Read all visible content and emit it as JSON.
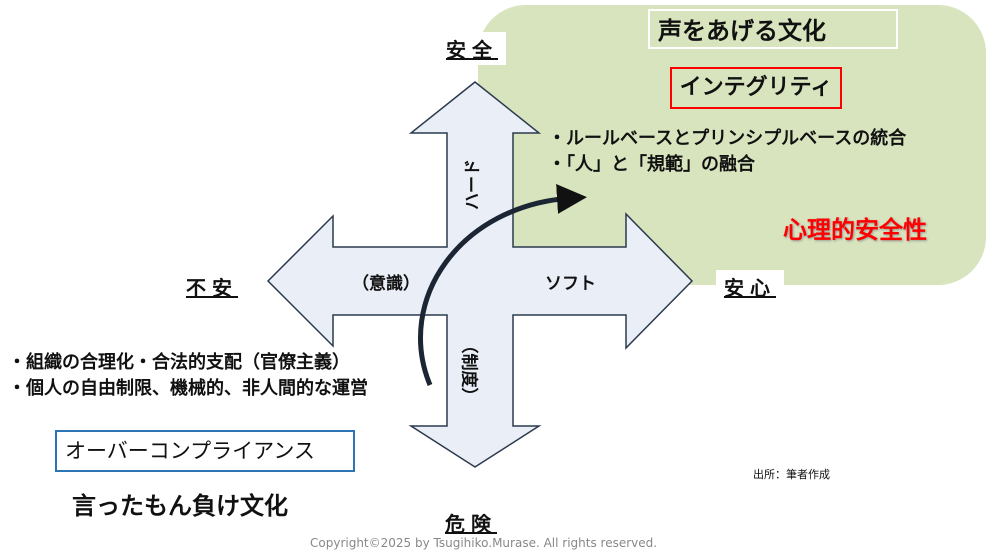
{
  "axes": {
    "top": "安全",
    "bottom": "危険",
    "left": "不安",
    "right": "安心"
  },
  "arrow_labels": {
    "up": "ハード",
    "down": "（制度）",
    "left": "（意識）",
    "right": "ソフト"
  },
  "upper_right": {
    "title": "声をあげる文化",
    "integrity": "インテグリティ",
    "bullets": [
      "・ルールベースとプリンシプルベースの統合",
      "・「人」と「規範」の融合"
    ],
    "highlight": "心理的安全性"
  },
  "lower_left": {
    "bullets": [
      "・組織の合理化・合法的支配（官僚主義）",
      "・個人の自由制限、機械的、非人間的な運営"
    ],
    "box": "オーバーコンプライアンス",
    "caption": "言ったもん負け文化"
  },
  "source": "出所：筆者作成",
  "copyright": "Copyright©2025 by Tsugihiko.Murase. All rights reserved.",
  "colors": {
    "green": "#d7e4bd",
    "arrow_fill": "#e9eef7",
    "red": "#ff0000",
    "blue": "#2e75b6"
  }
}
